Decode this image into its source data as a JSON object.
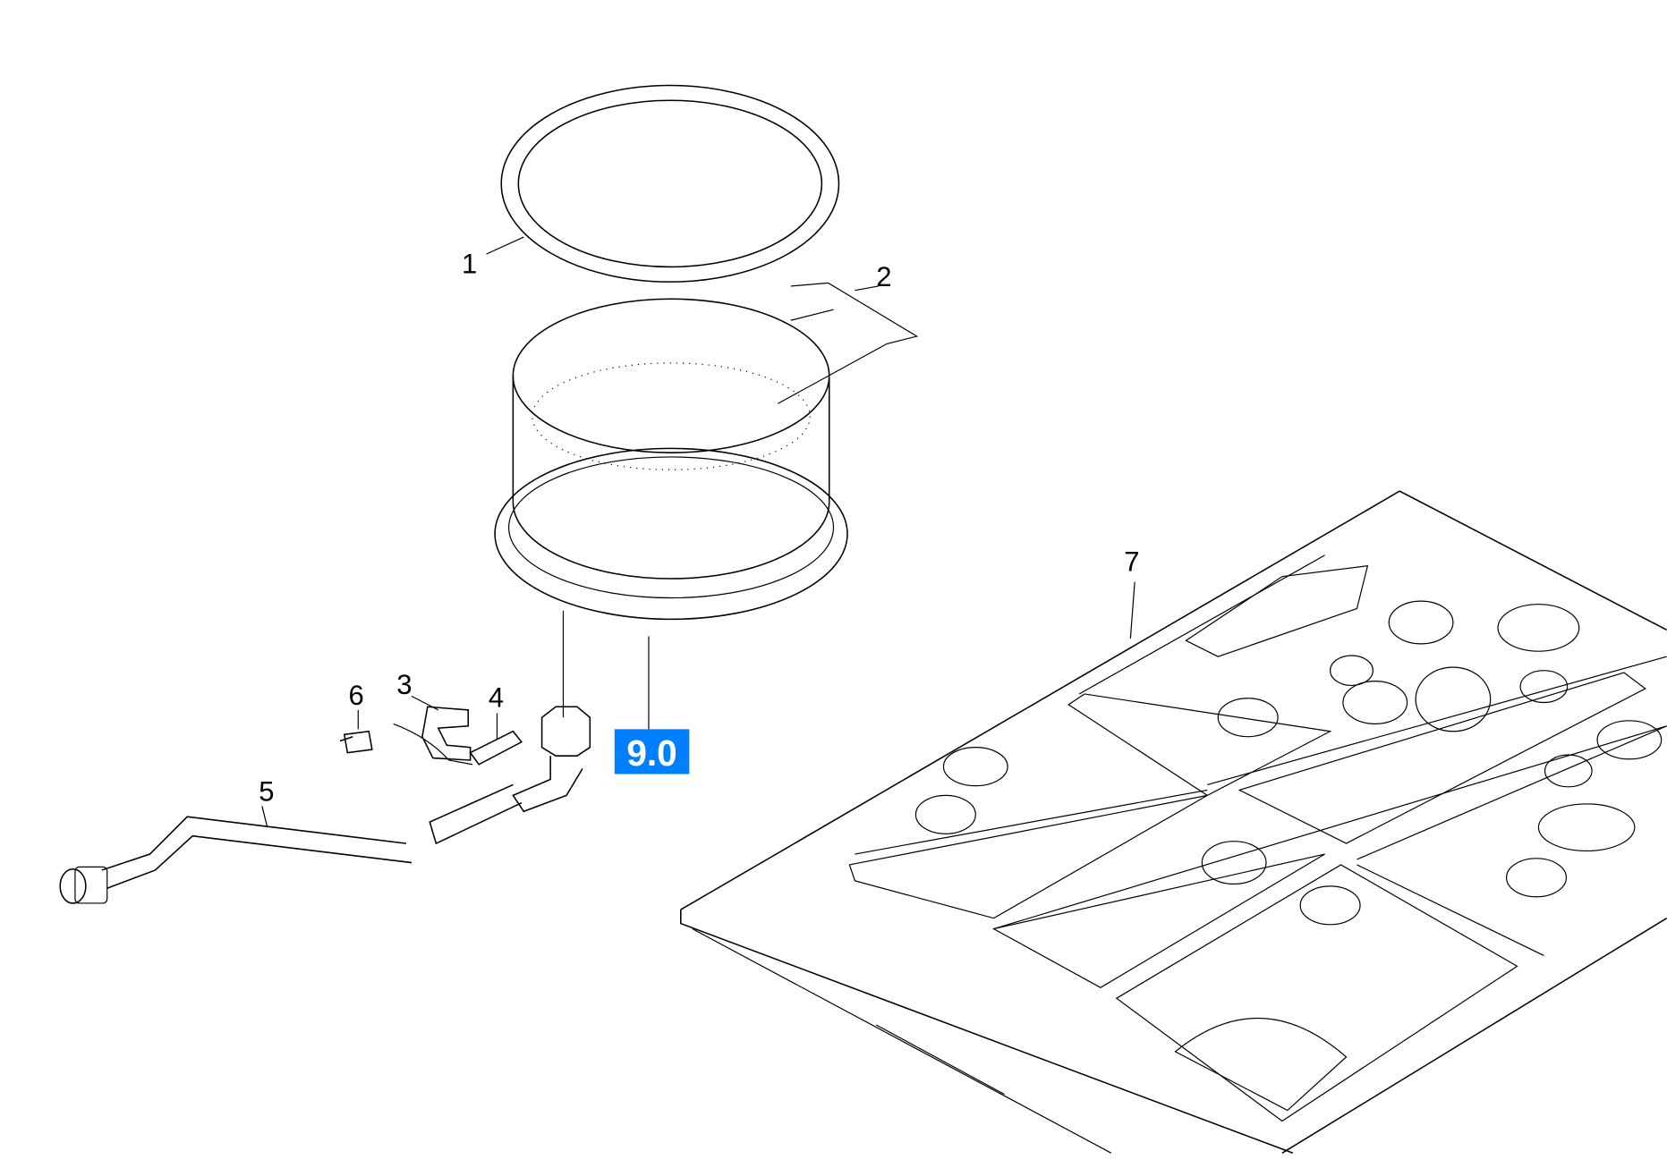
{
  "diagram": {
    "callouts": [
      {
        "id": "1",
        "label": "1"
      },
      {
        "id": "2",
        "label": "2"
      },
      {
        "id": "3",
        "label": "3"
      },
      {
        "id": "4",
        "label": "4"
      },
      {
        "id": "5",
        "label": "5"
      },
      {
        "id": "6",
        "label": "6"
      },
      {
        "id": "7",
        "label": "7"
      }
    ],
    "highlight": {
      "label": "9.0",
      "color": "#0080ff"
    }
  }
}
